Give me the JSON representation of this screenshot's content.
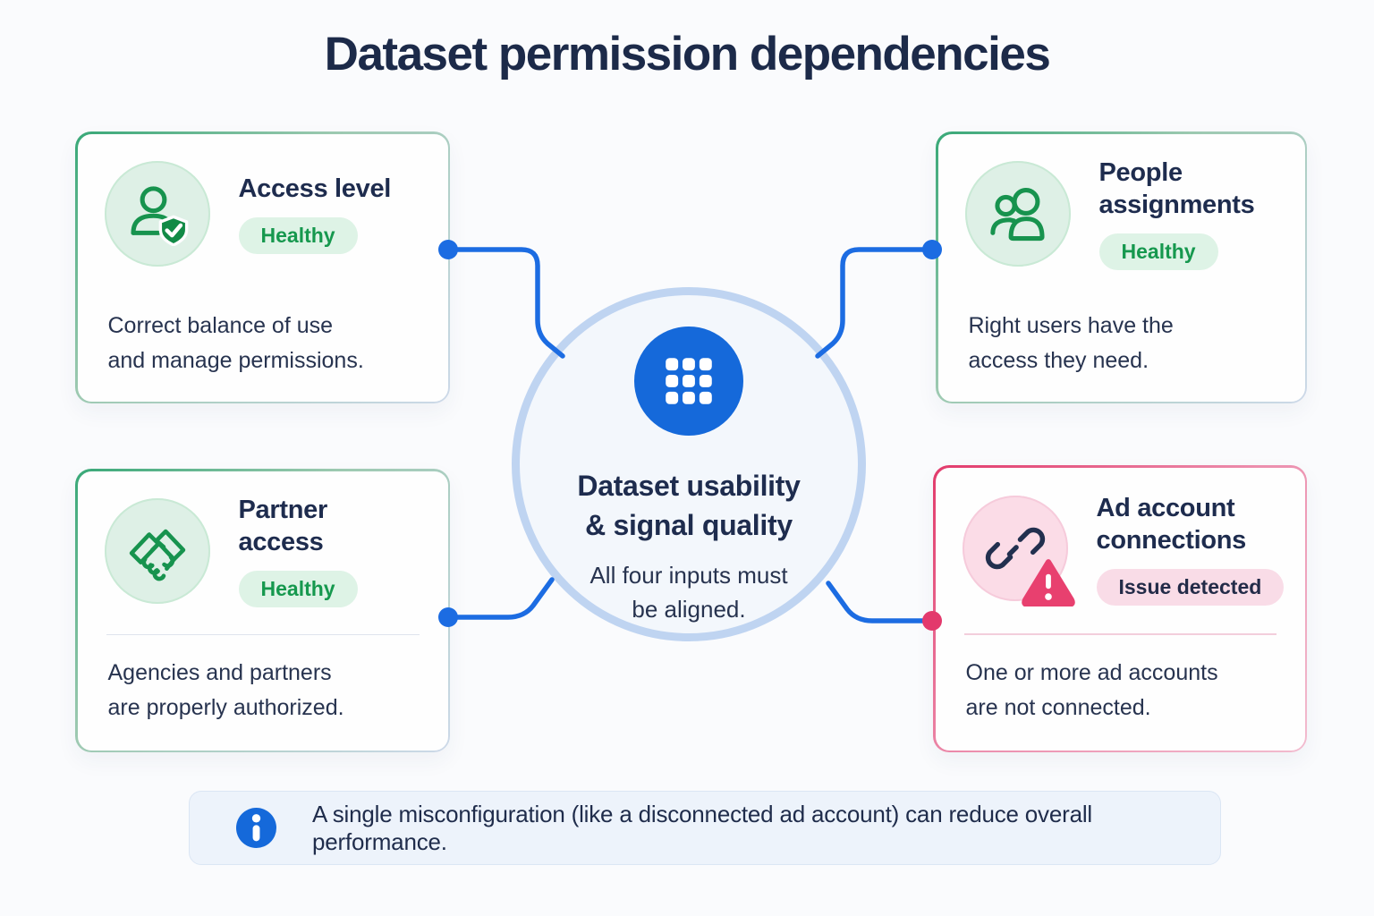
{
  "title": "Dataset permission dependencies",
  "cards": [
    {
      "id": "access-level",
      "icon": "person-shield-check-icon",
      "title_lines": [
        "Access level"
      ],
      "badge": "Healthy",
      "status": "healthy",
      "desc_lines": [
        "Correct balance of use",
        "and manage permissions."
      ]
    },
    {
      "id": "people-assignments",
      "icon": "people-icon",
      "title_lines": [
        "People",
        "assignments"
      ],
      "badge": "Healthy",
      "status": "healthy",
      "desc_lines": [
        "Right users have the",
        "access they need."
      ]
    },
    {
      "id": "partner-access",
      "icon": "handshake-icon",
      "title_lines": [
        "Partner",
        "access"
      ],
      "badge": "Healthy",
      "status": "healthy",
      "desc_lines": [
        "Agencies and partners",
        "are properly authorized."
      ]
    },
    {
      "id": "ad-account-connections",
      "icon": "broken-link-warning-icon",
      "title_lines": [
        "Ad account",
        "connections"
      ],
      "badge": "Issue detected",
      "status": "issue",
      "desc_lines": [
        "One or more ad accounts",
        "are not connected."
      ]
    }
  ],
  "center": {
    "icon": "dataset-grid-icon",
    "title_lines": [
      "Dataset usability",
      "& signal quality"
    ],
    "subtitle_lines": [
      "All four inputs must",
      "be aligned."
    ]
  },
  "footnote": {
    "icon": "info-icon",
    "text": "A single misconfiguration (like a disconnected ad account) can reduce overall performance."
  },
  "colors": {
    "accent_blue": "#1569da",
    "connector_blue": "#1c6ce2",
    "healthy_green": "#16984e",
    "issue_pink": "#e3396c",
    "navy_text": "#1d2b4c"
  }
}
